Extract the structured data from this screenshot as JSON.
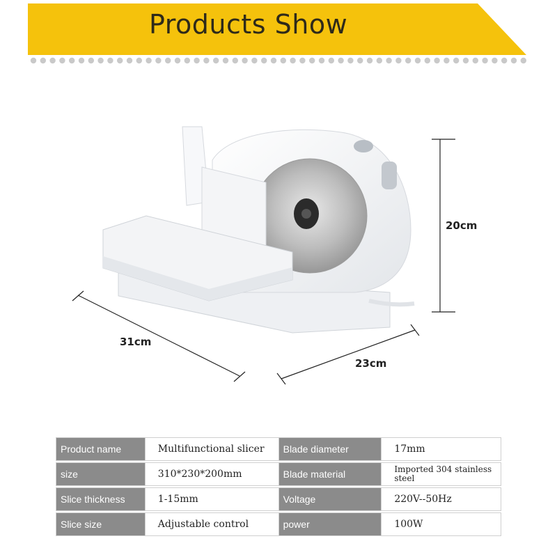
{
  "banner": {
    "title": "Products Show"
  },
  "colors": {
    "banner_yellow": "#f5c20c",
    "table_key_bg": "#8b8b8b",
    "dot_grey": "#c9c9c9"
  },
  "dimensions": {
    "height": "20cm",
    "width": "31cm",
    "depth": "23cm"
  },
  "specs": [
    {
      "k1": "Product name",
      "v1": "Multifunctional slicer",
      "k2": "Blade diameter",
      "v2": "17mm"
    },
    {
      "k1": "size",
      "v1": "310*230*200mm",
      "k2": "Blade material",
      "v2": "Imported 304 stainless steel"
    },
    {
      "k1": "Slice thickness",
      "v1": "1-15mm",
      "k2": "Voltage",
      "v2": "220V--50Hz"
    },
    {
      "k1": "Slice size",
      "v1": "Adjustable control",
      "k2": "power",
      "v2": "100W"
    }
  ]
}
